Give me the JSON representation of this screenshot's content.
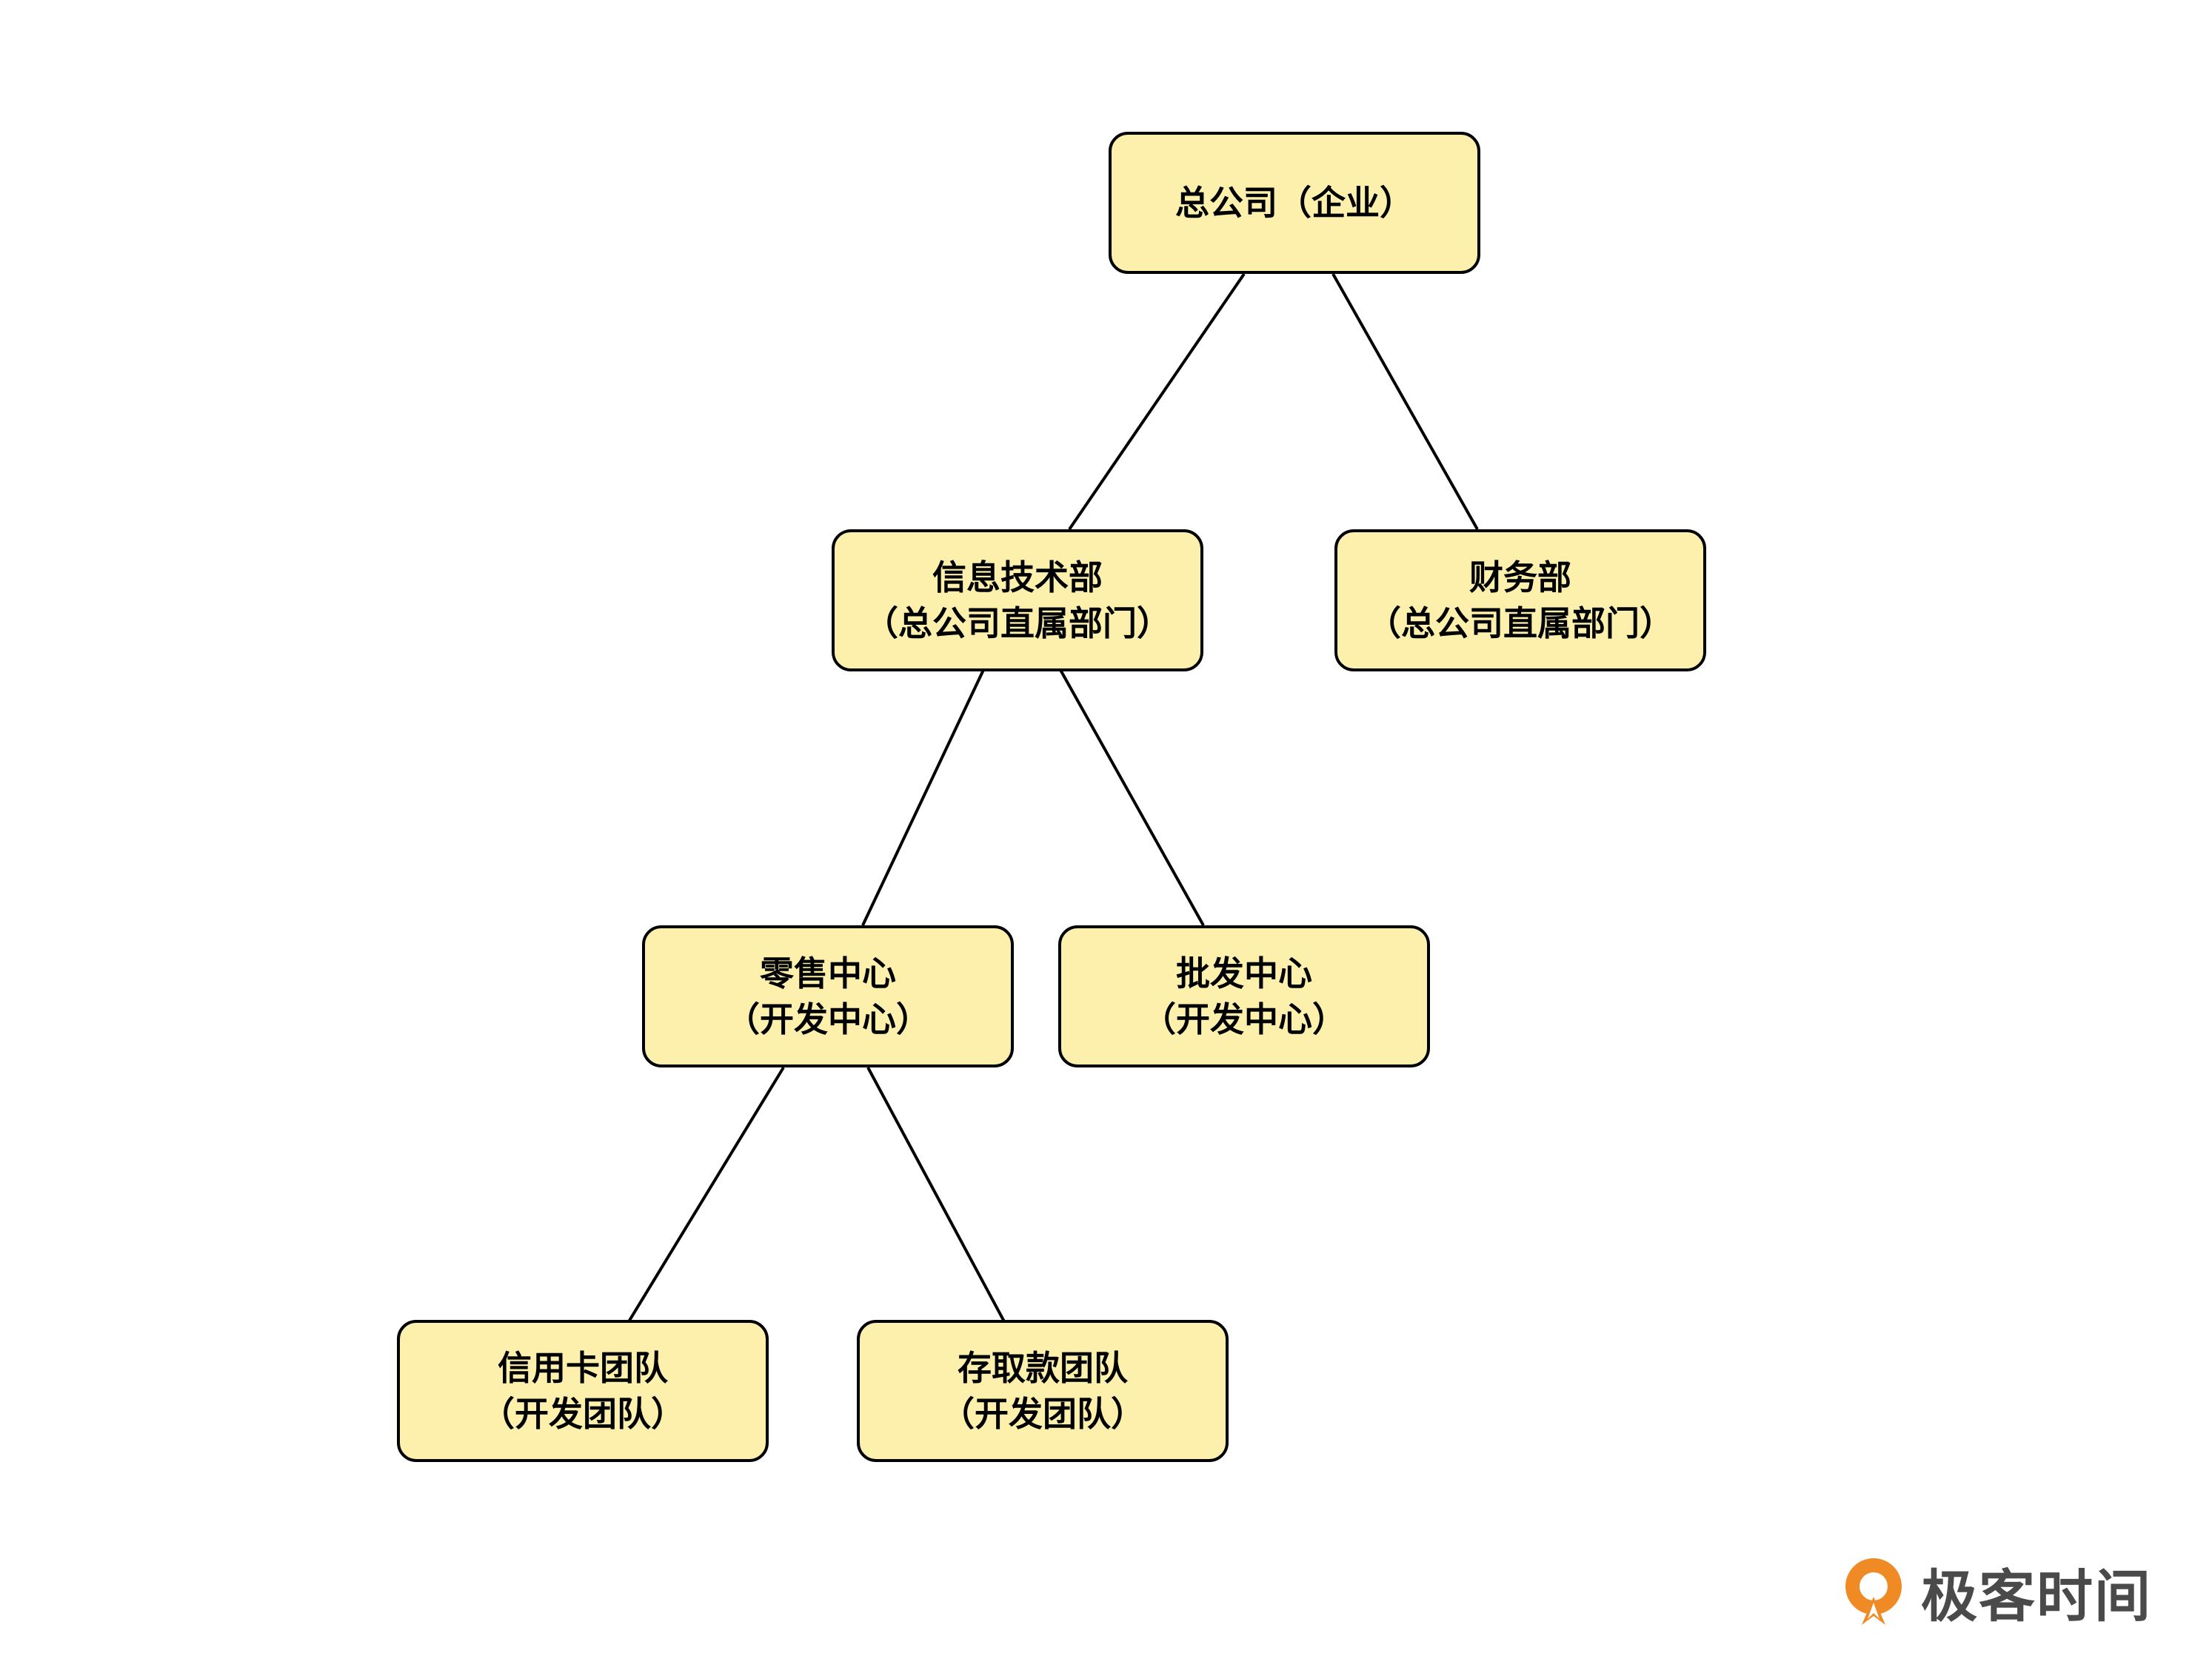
{
  "diagram": {
    "nodes": [
      {
        "id": "root",
        "line1": "总公司（企业）",
        "line2": ""
      },
      {
        "id": "it",
        "line1": "信息技术部",
        "line2": "（总公司直属部门）"
      },
      {
        "id": "finance",
        "line1": "财务部",
        "line2": "（总公司直属部门）"
      },
      {
        "id": "retail",
        "line1": "零售中心",
        "line2": "（开发中心）"
      },
      {
        "id": "wholesale",
        "line1": "批发中心",
        "line2": "（开发中心）"
      },
      {
        "id": "credit",
        "line1": "信用卡团队",
        "line2": "（开发团队）"
      },
      {
        "id": "deposit",
        "line1": "存取款团队",
        "line2": "（开发团队）"
      }
    ],
    "edges": [
      {
        "from": "root",
        "to": "it"
      },
      {
        "from": "root",
        "to": "finance"
      },
      {
        "from": "it",
        "to": "retail"
      },
      {
        "from": "it",
        "to": "wholesale"
      },
      {
        "from": "retail",
        "to": "credit"
      },
      {
        "from": "retail",
        "to": "deposit"
      }
    ]
  },
  "colors": {
    "node_fill": "#fdf0ad",
    "node_border": "#000000",
    "edge": "#000000",
    "logo_orange": "#f08a24",
    "logo_text": "#4a4a4a"
  },
  "watermark": {
    "text": "极客时间",
    "icon": "geektime-logo-icon"
  }
}
